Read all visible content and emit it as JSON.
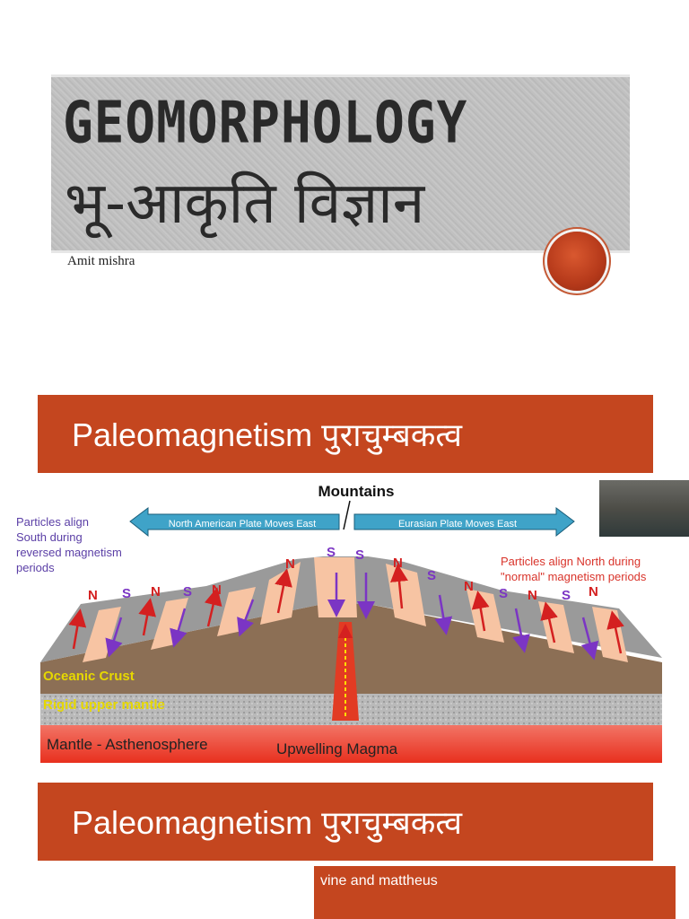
{
  "slide1": {
    "title_en": "GEOMORPHOLOGY",
    "title_hi": "भू-आकृति विज्ञान",
    "author": "Amit mishra"
  },
  "slide2": {
    "banner": "Paleomagnetism पुराचुम्बकत्व"
  },
  "diagram": {
    "mountains": "Mountains",
    "plate_left": "North American Plate Moves East",
    "plate_right": "Eurasian Plate Moves East",
    "left_note": [
      "Particles align",
      "South during",
      "reversed magnetism",
      "periods"
    ],
    "right_note": [
      "Particles align North during",
      "\"normal\" magnetism  periods"
    ],
    "oceanic_crust": "Oceanic Crust",
    "rigid_mantle": "Rigid upper mantle",
    "asthenosphere": "Mantle - Asthenosphere",
    "upwelling": "Upwelling Magma",
    "poles": [
      "N",
      "S",
      "N",
      "S",
      "N",
      "N",
      "S",
      "S",
      "N",
      "S",
      "N",
      "S",
      "N",
      "S",
      "N"
    ],
    "colors": {
      "accent": "#c4461f",
      "arrow_red": "#d42020",
      "arrow_purple": "#7b35c4",
      "plate_blue": "#3fa3c8"
    }
  },
  "slide3": {
    "banner": "Paleomagnetism पुराचुम्बकत्व",
    "note": "vine and mattheus"
  }
}
